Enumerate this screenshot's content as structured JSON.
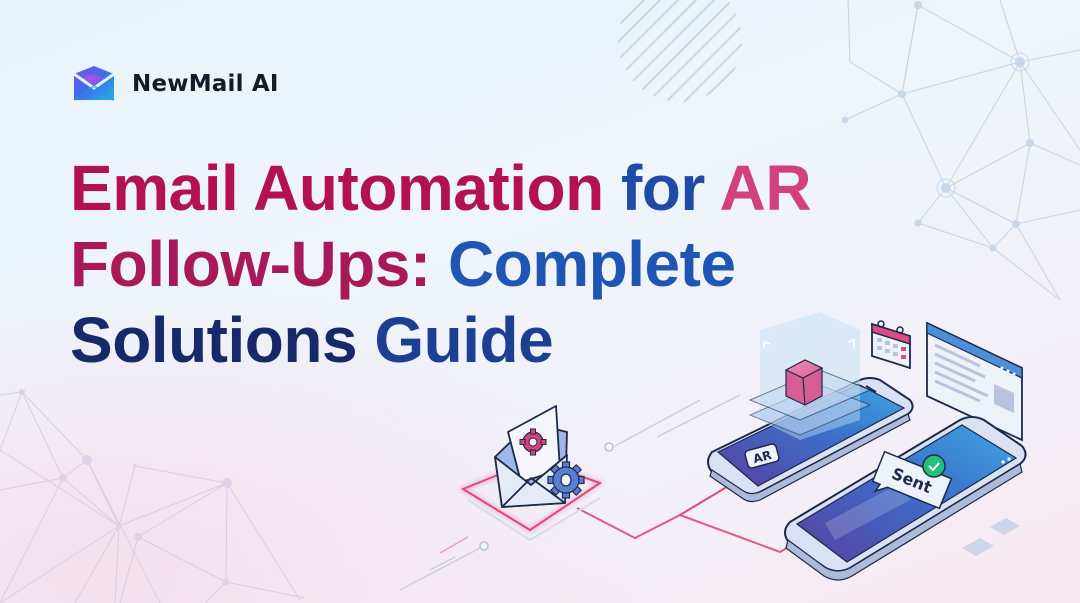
{
  "brand": {
    "name": "NewMail AI",
    "logo_icon": "envelope-logo-icon"
  },
  "headline": {
    "line1": {
      "part1": "Email Automation",
      "part2": "for",
      "part3": "AR"
    },
    "line2": {
      "part1": "Follow-Ups:",
      "part2": "Complete"
    },
    "line3": {
      "part1": "Solutions",
      "part2": "Guide"
    }
  },
  "illustration": {
    "ar_badge": "AR",
    "sent_bubble": "Sent",
    "icons": [
      "envelope-gear-icon",
      "gear-icon",
      "ar-cube-icon",
      "calendar-icon",
      "browser-window-icon",
      "checkmark-icon",
      "smartphone-icon",
      "tablet-icon"
    ]
  },
  "colors": {
    "headline_red": "#b3124f",
    "headline_blue": "#1f4aa5",
    "headline_pink": "#d2407e",
    "headline_navy": "#162a6a",
    "circuit_pink": "#e0477f",
    "check_green": "#22c07a",
    "background": "#eaf3fb"
  }
}
